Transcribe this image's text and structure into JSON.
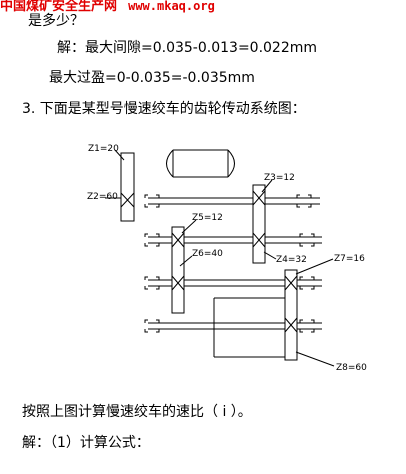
{
  "header": {
    "site_name": "中国煤矿安全生产网",
    "site_url": "www.mkaq.org",
    "partial_line": "是多少？"
  },
  "text_lines": {
    "answer_clearance": "解：最大间隙=0.035-0.013=0.022mm",
    "answer_interference": "最大过盈=0-0.035=-0.035mm",
    "question_3": "3. 下面是某型号慢速绞车的齿轮传动系统图：",
    "instruction": "按照上图计算慢速绞车的速比（ i ）。",
    "solution_start": "解：（1）计算公式："
  },
  "diagram": {
    "gear_labels": [
      "Z1=20",
      "Z2=60",
      "Z3=12",
      "Z4=32",
      "Z5=12",
      "Z6=40",
      "Z7=16",
      "Z8=60"
    ]
  }
}
